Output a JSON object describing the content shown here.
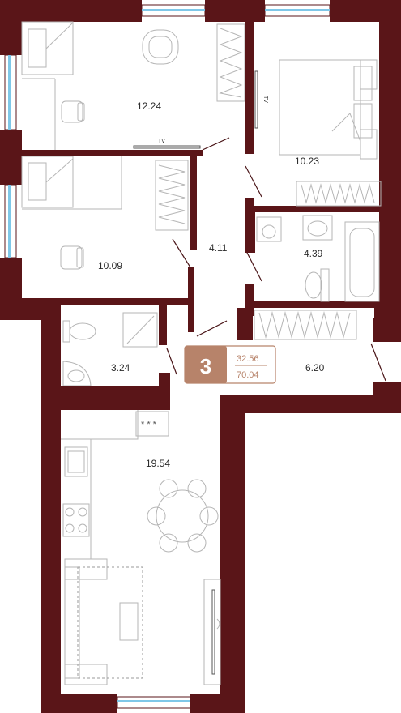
{
  "colors": {
    "wall": "#5a1518",
    "window": "#7fc7e8",
    "badge": "#b7836a",
    "badge_light": "#c99b84"
  },
  "badge": {
    "rooms": "3",
    "living_area": "32.56",
    "total_area": "70.04"
  },
  "rooms": {
    "bedroom_top_left": "12.24",
    "bedroom_right": "10.23",
    "hall": "4.11",
    "bathroom": "4.39",
    "bedroom_mid_left": "10.09",
    "toilet": "3.24",
    "storage": "6.20",
    "kitchen_living": "19.54"
  },
  "labels": {
    "tv_1": "TV",
    "tv_2": "TV",
    "stove": "* * *"
  }
}
